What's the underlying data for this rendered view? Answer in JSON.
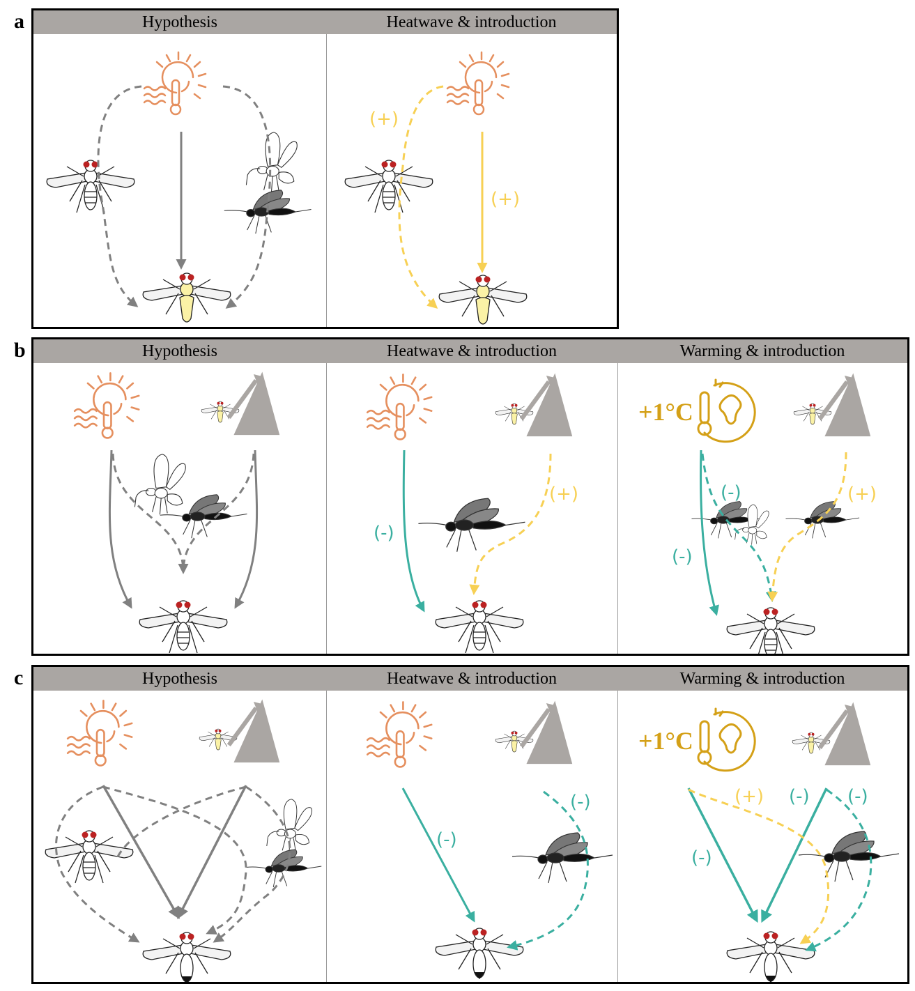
{
  "rows": {
    "a": {
      "letter": "a",
      "col1": "Hypothesis",
      "col2": "Heatwave & introduction"
    },
    "b": {
      "letter": "b",
      "col1": "Hypothesis",
      "col2": "Heatwave & introduction",
      "col3": "Warming & introduction"
    },
    "c": {
      "letter": "c",
      "col1": "Hypothesis",
      "col2": "Heatwave & introduction",
      "col3": "Warming & introduction"
    }
  },
  "effects": {
    "positive": "(+)",
    "negative": "(-)"
  },
  "warming_label": "+1°C",
  "icons": [
    "heatwave-sun-thermometer-icon",
    "global-warming-globe-icon",
    "fly-icon",
    "wasp-icon",
    "dark-wasp-icon",
    "target-fly-icon",
    "elevation-triangle-icon"
  ],
  "colors": {
    "neutral": "#808080",
    "positive": "#f7d054",
    "negative": "#3aafa0",
    "heat": "#e58f5e",
    "warming": "#d4a017",
    "header": "#aaa6a3"
  }
}
